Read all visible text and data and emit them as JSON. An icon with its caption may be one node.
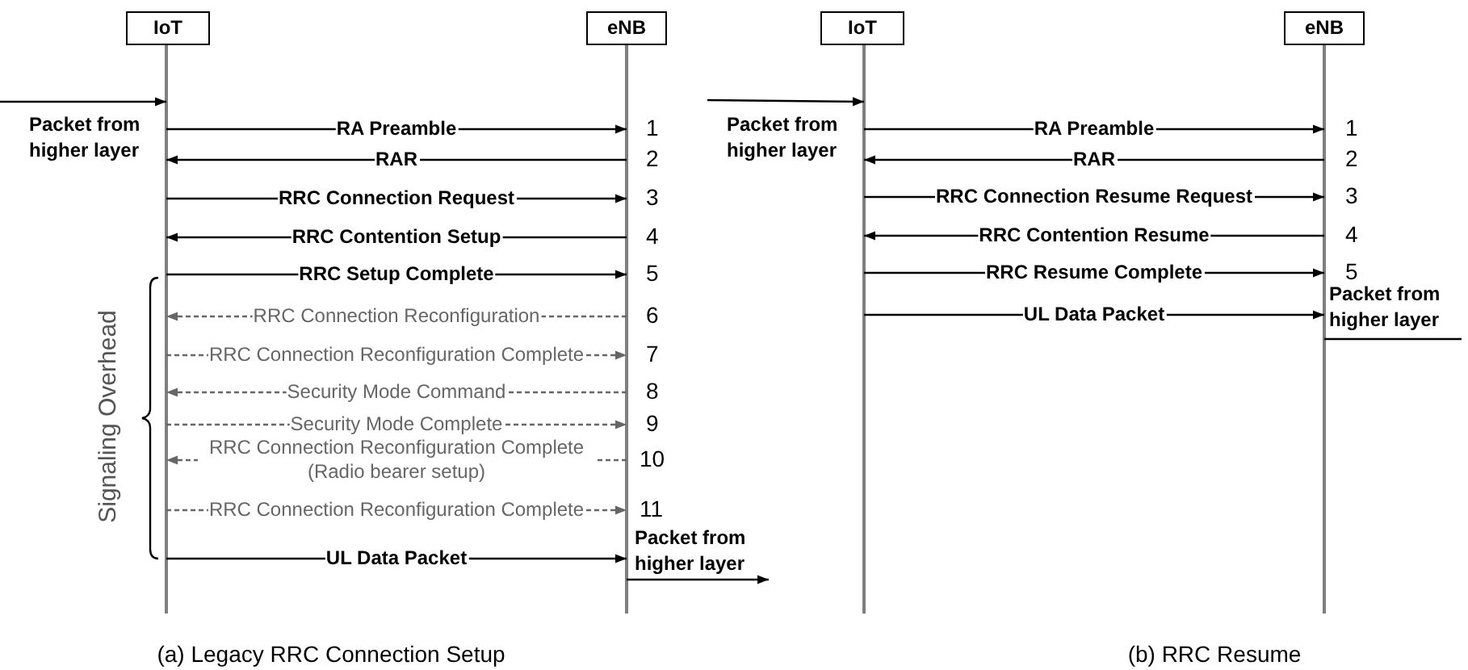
{
  "diagram": {
    "nodes": [
      {
        "text": [
          "IoT"
        ]
      },
      {
        "text": [
          "eNB"
        ]
      },
      {
        "text": [
          "IoT"
        ]
      },
      {
        "text": [
          "eNB"
        ]
      }
    ],
    "edges": [
      {
        "from": null,
        "to": 0,
        "arrow": "to",
        "label": "Packet from higher layer"
      },
      {
        "from": 0,
        "to": 1,
        "arrow": "to",
        "label": "RA Preamble"
      },
      {
        "from": 1,
        "to": 0,
        "arrow": "to",
        "label": "RAR"
      },
      {
        "from": 0,
        "to": 1,
        "arrow": "to",
        "label": "RRC Connection Request"
      },
      {
        "from": 1,
        "to": 0,
        "arrow": "to",
        "label": "RRC Contention Setup"
      },
      {
        "from": 0,
        "to": 1,
        "arrow": "to",
        "label": "RRC Setup Complete"
      },
      {
        "from": 1,
        "to": 0,
        "arrow": "to",
        "label": "RRC Connection Reconfiguration",
        "style": "dashed",
        "color": "#666666"
      },
      {
        "from": 0,
        "to": 1,
        "arrow": "to",
        "label": "RRC Connection Reconfiguration Complete",
        "style": "dashed",
        "color": "#666666"
      },
      {
        "from": 1,
        "to": 0,
        "arrow": "to",
        "label": "Security Mode Command",
        "style": "dashed",
        "color": "#666666"
      },
      {
        "from": 0,
        "to": 1,
        "arrow": "to",
        "label": "Security Mode Complete",
        "style": "dashed",
        "color": "#666666"
      },
      {
        "from": 1,
        "to": 0,
        "arrow": "to",
        "label": "RRC Connection Reconfiguration Complete (Radio bearer setup)",
        "style": "dashed",
        "color": "#666666"
      },
      {
        "from": 0,
        "to": 1,
        "arrow": "to",
        "label": "RRC Connection Reconfiguration Complete",
        "style": "dashed",
        "color": "#666666"
      },
      {
        "from": 0,
        "to": 1,
        "arrow": "to",
        "label": "UL Data Packet"
      },
      {
        "from": 1,
        "to": null,
        "arrow": "to",
        "label": "Packet from higher layer"
      },
      {
        "from": null,
        "to": 2,
        "arrow": "to",
        "label": "Packet from higher layer"
      },
      {
        "from": 2,
        "to": 3,
        "arrow": "to",
        "label": "RA Preamble"
      },
      {
        "from": 3,
        "to": 2,
        "arrow": "to",
        "label": "RAR"
      },
      {
        "from": 2,
        "to": 3,
        "arrow": "to",
        "label": "RRC Connection Resume Request"
      },
      {
        "from": 3,
        "to": 2,
        "arrow": "to",
        "label": "RRC Contention Resume"
      },
      {
        "from": 2,
        "to": 3,
        "arrow": "to",
        "label": "RRC Resume Complete"
      },
      {
        "from": 2,
        "to": 3,
        "arrow": "to",
        "label": "UL Data Packet"
      },
      {
        "from": 3,
        "to": null,
        "arrow": "none",
        "label": "Packet from higher layer"
      }
    ],
    "labels": [
      "1",
      "2",
      "3",
      "4",
      "5",
      "6",
      "7",
      "8",
      "9",
      "10",
      "11",
      "Signaling Overhead",
      "1",
      "2",
      "3",
      "4",
      "5",
      "(a) Legacy RRC Connection Setup",
      "(b) RRC Resume"
    ]
  }
}
